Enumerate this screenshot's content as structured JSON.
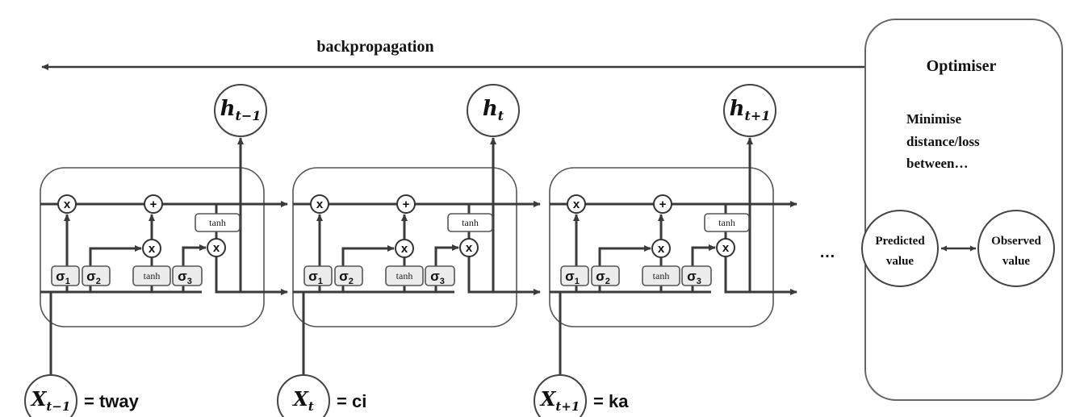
{
  "backprop": {
    "label": "backpropagation"
  },
  "cells": [
    {
      "h_main": "h",
      "h_sub": "t−1",
      "x_main": "X",
      "x_sub": "t−1",
      "x_value": "= tway"
    },
    {
      "h_main": "h",
      "h_sub": "t",
      "x_main": "X",
      "x_sub": "t",
      "x_value": "= ci"
    },
    {
      "h_main": "h",
      "h_sub": "t+1",
      "x_main": "X",
      "x_sub": "t+1",
      "x_value": "= ka"
    }
  ],
  "gates": {
    "sigma1": "σ",
    "sigma1_sub": "1",
    "sigma2": "σ",
    "sigma2_sub": "2",
    "sigma3": "σ",
    "sigma3_sub": "3",
    "tanh_in": "tanh",
    "tanh_out": "tanh",
    "mult": "x",
    "add": "+"
  },
  "ellipsis": "…",
  "optimiser": {
    "title": "Optimiser",
    "desc_lines": [
      "Minimise",
      "distance/loss",
      "between…"
    ],
    "predicted": [
      "Predicted",
      "value"
    ],
    "observed": [
      "Observed",
      "value"
    ]
  }
}
